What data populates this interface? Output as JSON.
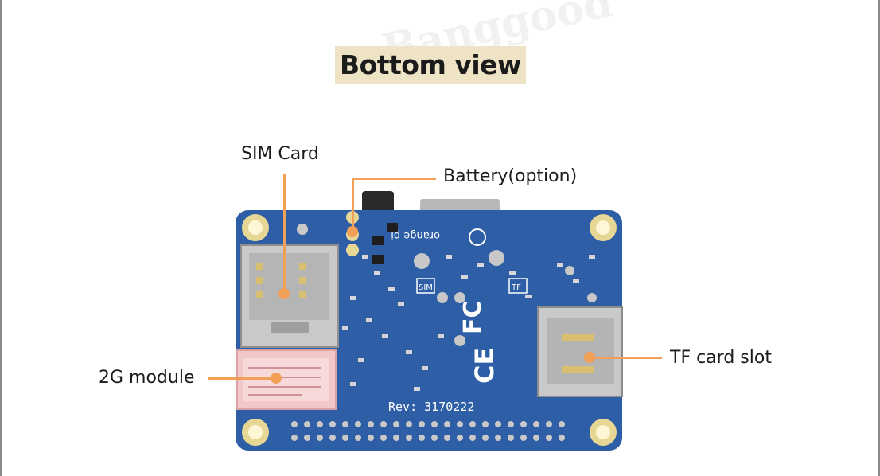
{
  "title": "Bottom view",
  "watermark": "Banggood",
  "callouts": {
    "sim_card": "SIM Card",
    "battery": "Battery(option)",
    "module_2g": "2G module",
    "tf_slot": "TF card slot"
  },
  "silkscreen": {
    "brand": "orange pi",
    "cert_mark": "CE",
    "fc_mark": "FC",
    "sim_label": "SIM",
    "tf_label": "TF",
    "version": "Rev: 3170222"
  },
  "colors": {
    "pcb": "#2d5ea6",
    "leader": "#f2a058",
    "title_bg": "#efe3c6",
    "pad_gold": "#e7d795"
  }
}
